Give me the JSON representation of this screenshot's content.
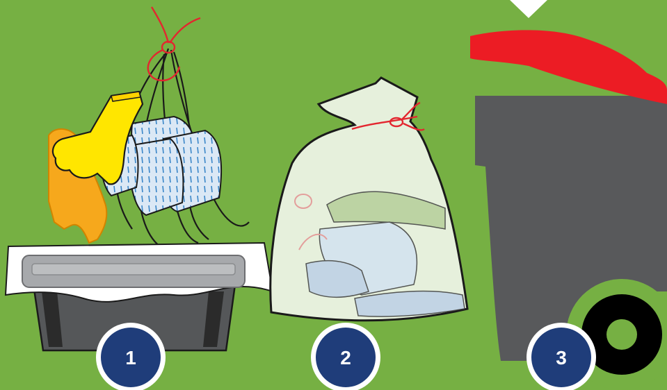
{
  "colors": {
    "background": "#76b043",
    "badge_fill": "#1f3d7a",
    "badge_ring": "#ffffff",
    "lid": "#ec1c24",
    "bin_body": "#58595b",
    "wheel": "#000000",
    "bag": "#e6f0dc",
    "glove_yellow": "#ffe600",
    "glove_orange": "#f6a81c",
    "mask": "#dbe8f5",
    "tie": "#e3262f"
  },
  "steps": [
    {
      "number": "1",
      "icon": "bin-with-ppe-icon"
    },
    {
      "number": "2",
      "icon": "tied-waste-bag-icon"
    },
    {
      "number": "3",
      "icon": "wheelie-bin-icon"
    }
  ]
}
